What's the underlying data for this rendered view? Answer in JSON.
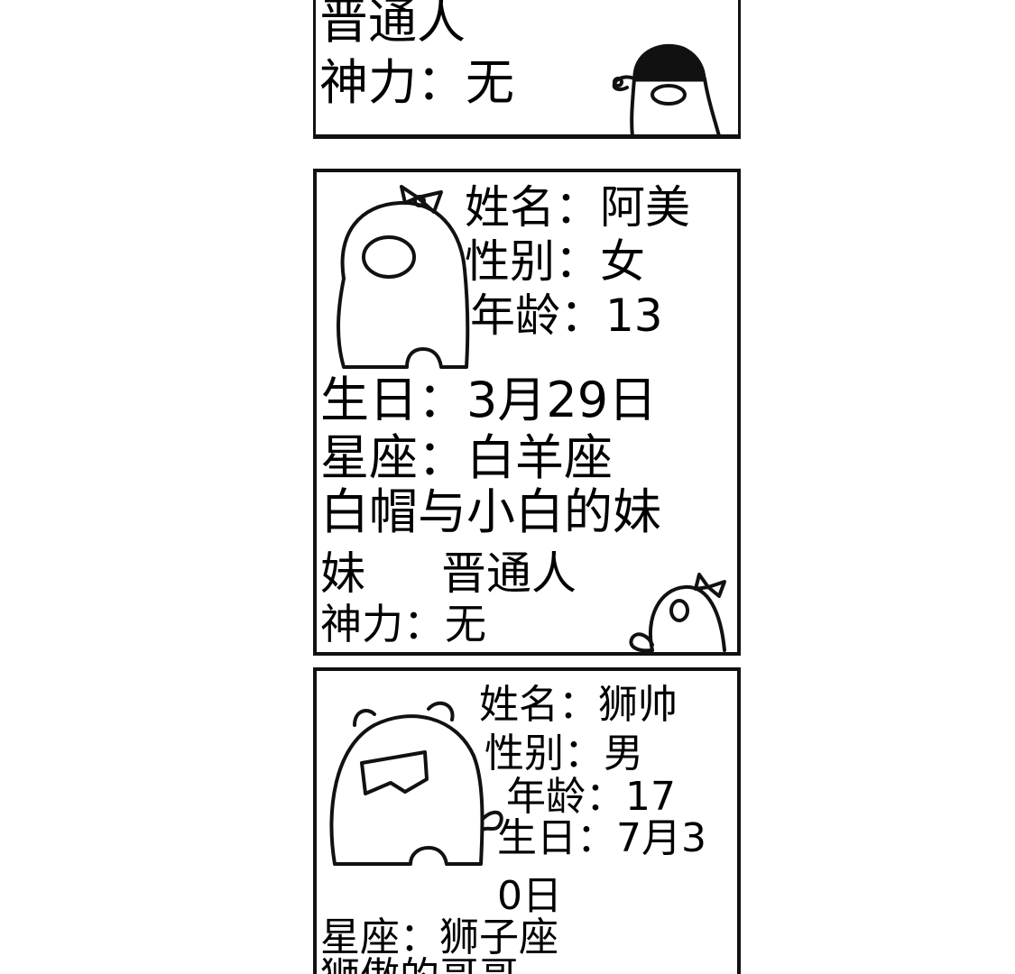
{
  "panel_1": {
    "line_1": "晋通人",
    "line_2": "神力：无"
  },
  "panel_2": {
    "name": "姓名：阿美",
    "gender": "性别：女",
    "age": "年龄：13",
    "birthday": "生日：3月29日",
    "zodiac": "星座：白羊座",
    "relation_a": "白帽与小白的妹",
    "relation_b": "妹",
    "type": "晋通人",
    "power": "神力：无"
  },
  "panel_3": {
    "name": "姓名：狮帅",
    "gender": "性别：男",
    "age": "年龄：17",
    "birthday_a": "生日：7月3",
    "birthday_b": "0日",
    "zodiac": "星座：狮子座",
    "relation": "狮傲的哥哥"
  }
}
